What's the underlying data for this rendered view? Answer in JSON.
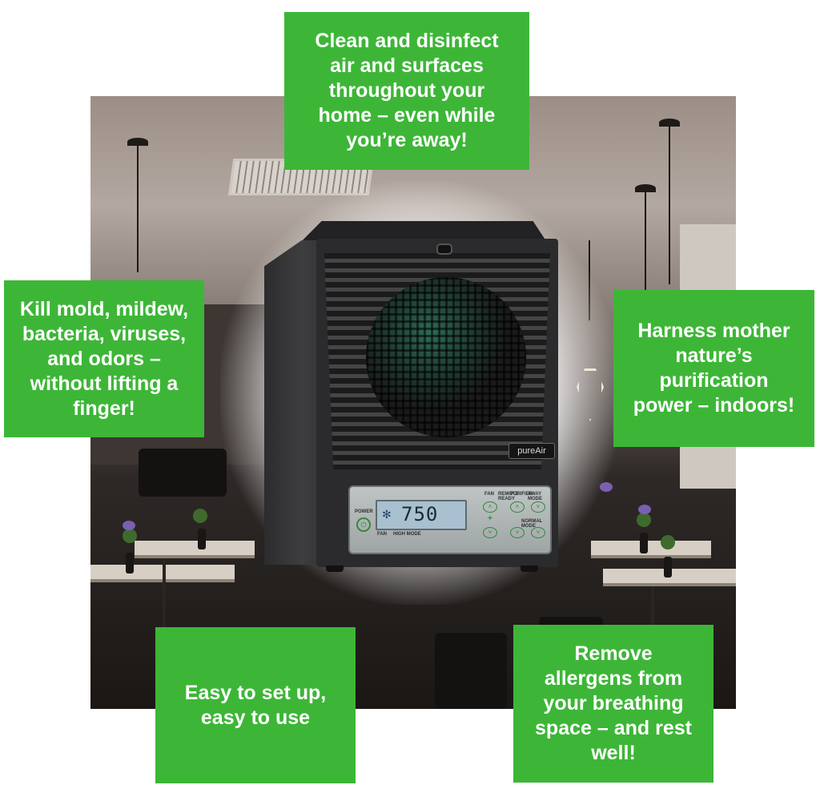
{
  "callouts": {
    "top": "Clean and disinfect\nair and surfaces\nthroughout your\nhome – even while\nyou’re away!",
    "left": "Kill mold, mildew,\nbacteria, viruses,\nand odors –\nwithout lifting a\nfinger!",
    "right": "Harness mother\nnature’s\npurification\npower – indoors!",
    "bottom_left": "Easy to set up,\neasy to use",
    "bottom_right": "Remove\nallergens from\nyour breathing\nspace – and rest\nwell!"
  },
  "device": {
    "brand": "pureAir",
    "lcd_value": "750",
    "lcd_fan_label": "FAN",
    "lcd_mode_label": "HIGH MODE",
    "power_label": "POWER",
    "fan_label": "FAN",
    "purifier_label": "PURIFIER",
    "remote_ready_label": "REMOTE READY",
    "away_mode_label": "AWAY MODE",
    "normal_mode_label": "NORMAL MODE",
    "icons": {
      "power": "power-icon",
      "fan": "fan-icon",
      "plus": "plus-icon",
      "up": "chevron-up-icon",
      "down": "chevron-down-icon"
    }
  },
  "colors": {
    "callout_green": "#3db637",
    "callout_text": "#ffffff",
    "device_body": "#2b2b2d",
    "lcd_background": "#a8c0cf"
  }
}
